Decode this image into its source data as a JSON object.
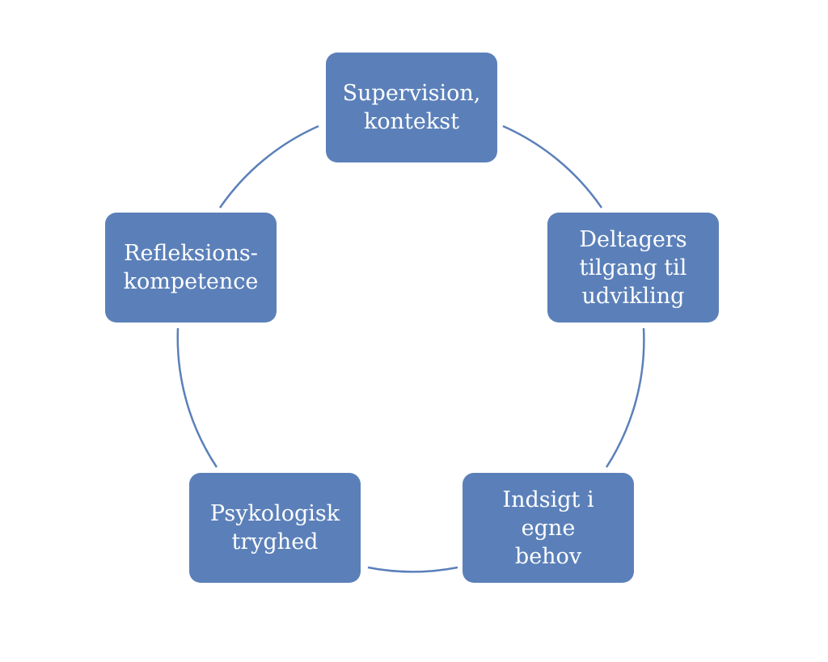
{
  "diagram": {
    "type": "cycle",
    "nodes": [
      {
        "label": "Supervision,\nkontekst"
      },
      {
        "label": "Deltagers\ntilgang til\nudvikling"
      },
      {
        "label": "Indsigt i egne\nbehov"
      },
      {
        "label": "Psykologisk\ntryghed"
      },
      {
        "label": "Refleksions-\nkompetence"
      }
    ],
    "colors": {
      "node_fill": "#5b80b9",
      "node_text": "#ffffff",
      "connector": "#5b80b9"
    }
  }
}
